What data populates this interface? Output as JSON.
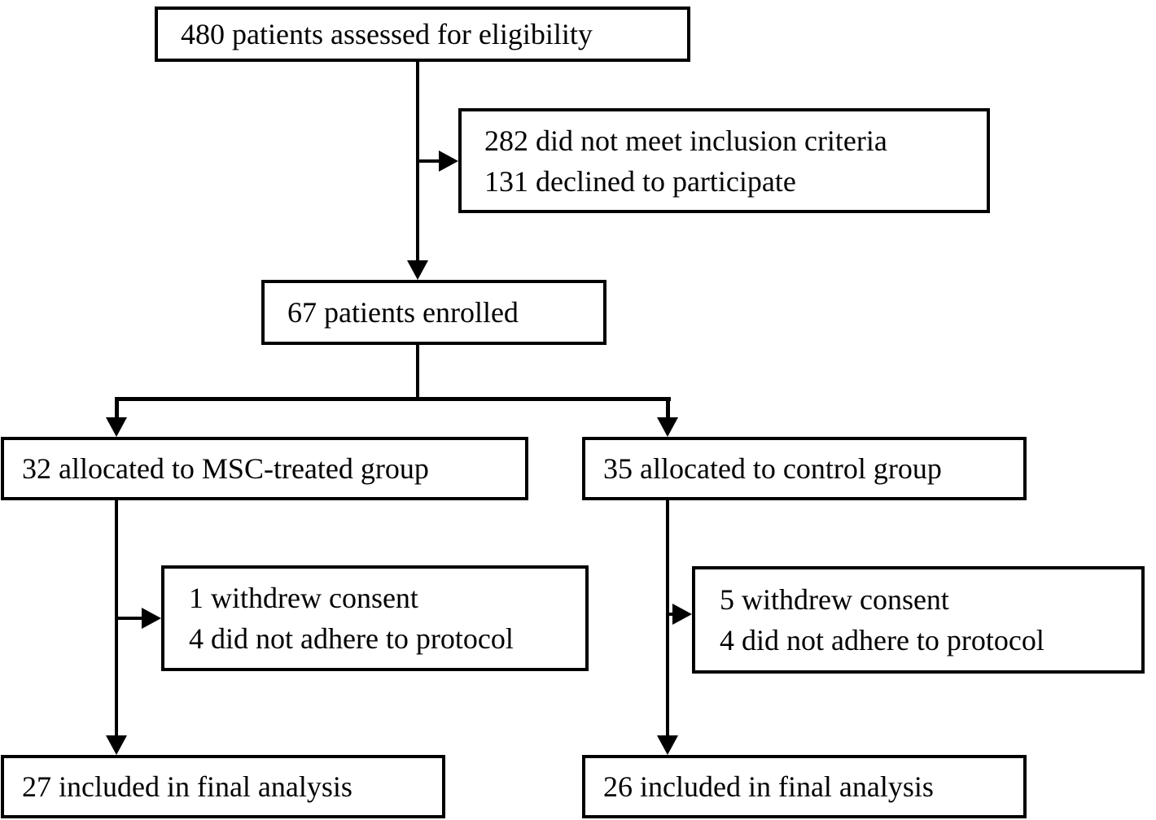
{
  "diagram": {
    "boxes": {
      "assessed": {
        "label": "480 patients assessed for eligibility"
      },
      "excluded": {
        "line1": "282 did not meet inclusion criteria",
        "line2": "131 declined to participate"
      },
      "enrolled": {
        "label": "67 patients enrolled"
      },
      "alloc_msc": {
        "label": "32 allocated to MSC-treated group"
      },
      "alloc_control": {
        "label": "35 allocated to control group"
      },
      "dropout_msc": {
        "line1": "1 withdrew consent",
        "line2": "4 did not adhere to protocol"
      },
      "dropout_control": {
        "line1": "5 withdrew consent",
        "line2": "4 did not adhere to protocol"
      },
      "final_msc": {
        "label": "27 included in final analysis"
      },
      "final_control": {
        "label": "26 included in final analysis"
      }
    },
    "colors": {
      "line": "#000000",
      "box_fill": "#ffffff",
      "text": "#000000",
      "background": "#ffffff"
    }
  }
}
